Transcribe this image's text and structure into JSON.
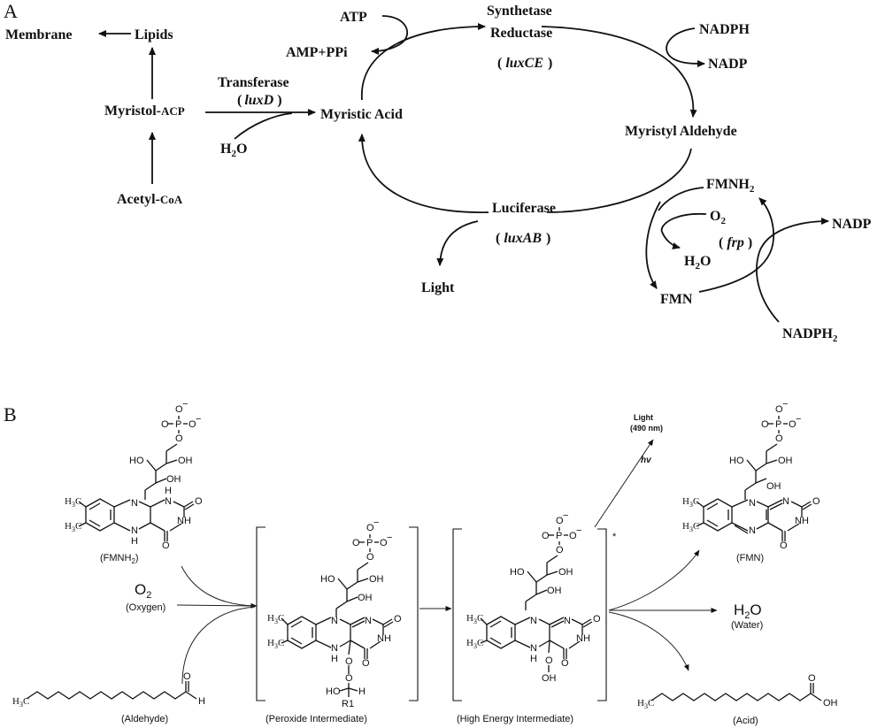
{
  "panel_a": {
    "letter": "A",
    "membrane": "Membrane",
    "lipids": "Lipids",
    "myristol": "Myristol-",
    "myristol_acp": "ACP",
    "acetyl": "Acetyl-",
    "acetyl_coa": "CoA",
    "transferase": "Transferase",
    "luxd_open": "(",
    "luxd": "luxD",
    "luxd_close": ")",
    "h2o_h": "H",
    "h2o_sub": "2",
    "h2o_o": "O",
    "myristic_acid": "Myristic Acid",
    "atp": "ATP",
    "amp": "AMP+PPi",
    "synthetase": "Synthetase",
    "reductase": "Reductase",
    "luxce_open": "(",
    "luxce": "luxCE",
    "luxce_close": ")",
    "nadph": "NADPH",
    "nadp_top": "NADP",
    "myristyl_aldehyde": "Myristyl Aldehyde",
    "luciferase": "Luciferase",
    "luxab_open": "(",
    "luxab": "luxAB",
    "luxab_close": ")",
    "light": "Light",
    "fmnh2": "FMNH",
    "fmnh2_sub": "2",
    "o2": "O",
    "o2_sub": "2",
    "h2o2_h": "H",
    "h2o2_sub": "2",
    "h2o2_o": "O",
    "frp_open": "(",
    "frp": "frp",
    "frp_close": ")",
    "fmn": "FMN",
    "nadp_right": "NADP",
    "nadph2": "NADPH",
    "nadph2_sub": "2"
  },
  "panel_b": {
    "letter": "B",
    "fmnh2_caption": "(FMNH",
    "fmnh2_caption_sub": "2",
    "fmnh2_caption_close": ")",
    "o2": "O",
    "o2_sub": "2",
    "oxygen": "(Oxygen)",
    "aldehyde": "(Aldehyde)",
    "peroxide": "(Peroxide Intermediate)",
    "high_energy": "(High Energy Intermediate)",
    "star": "*",
    "light": "Light",
    "wavelength": "(490 nm)",
    "hv": "hv",
    "fmn_caption": "(FMN)",
    "h2o_h": "H",
    "h2o_sub": "2",
    "h2o_o": "O",
    "water": "(Water)",
    "acid": "(Acid)",
    "atoms": {
      "ho": "HO",
      "oh": "OH",
      "o": "O",
      "p": "P",
      "minus": "−",
      "n": "N",
      "h": "H",
      "nh": "NH",
      "h3c": "H",
      "h3c_sub": "3",
      "h3c_c": "C",
      "r1": "R1",
      "ho_dot": "HO"
    }
  }
}
